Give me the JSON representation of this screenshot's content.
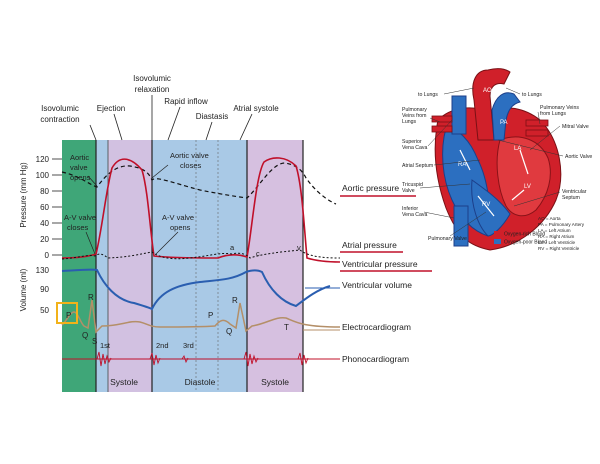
{
  "wiggers": {
    "phase_top": {
      "isovolumic_contraction": [
        "Isovolumic",
        "contraction"
      ],
      "ejection": "Ejection",
      "isovolumic_relaxation": [
        "Isovolumic",
        "relaxation"
      ],
      "rapid_inflow": "Rapid inflow",
      "diastasis": "Diastasis",
      "atrial_systole": "Atrial systole"
    },
    "pressure_axis": {
      "label": "Pressure (mm Hg)",
      "ticks": [
        "120",
        "100",
        "80",
        "60",
        "40",
        "20",
        "0"
      ]
    },
    "volume_axis": {
      "label": "Volume (ml)",
      "ticks": [
        "130",
        "90",
        "50"
      ]
    },
    "annotations": {
      "aortic_valve_opens": [
        "Aortic",
        "valve",
        "opens"
      ],
      "aortic_valve_closes": [
        "Aortic valve",
        "closes"
      ],
      "av_valve_closes": [
        "A-V valve",
        "closes"
      ],
      "av_valve_opens": [
        "A-V valve",
        "opens"
      ],
      "wave_a": "a",
      "wave_c": "c",
      "wave_v": "v"
    },
    "curve_labels": {
      "aortic_pressure": "Aortic pressure",
      "atrial_pressure": "Atrial pressure",
      "ventricular_pressure": "Ventricular pressure",
      "ventricular_volume": "Ventricular volume",
      "ecg": "Electrocardiogram",
      "pcg": "Phonocardiogram"
    },
    "ecg_labels": {
      "p": "P",
      "q": "Q",
      "r": "R",
      "s": "S",
      "t": "T",
      "r2": "R",
      "p2": "P",
      "q2": "Q"
    },
    "heart_sounds": {
      "first": "1st",
      "second": "2nd",
      "third": "3rd"
    },
    "phases_bottom": {
      "systole": "Systole",
      "diastole": "Diastole",
      "systole_2": "Systole"
    }
  },
  "heart": {
    "labels": {
      "to_lungs_left": "to Lungs",
      "to_lungs_right": "to Lungs",
      "pv_left": [
        "Pulmonary",
        "Veins from",
        "Lungs"
      ],
      "pv_right": [
        "Pulmonary Veins",
        "from Lungs"
      ],
      "svc": [
        "Superior",
        "Vena Cava"
      ],
      "atrial_septum": "Atrial Septum",
      "tricuspid": [
        "Tricuspid",
        "Valve"
      ],
      "ivc": [
        "Inferior",
        "Vena Cava"
      ],
      "pulmonary_valve": "Pulmonary Valve",
      "mitral": "Mitral Valve",
      "aortic_valve": "Aortic Valve",
      "vent_septum": [
        "Ventricular",
        "Septum"
      ]
    },
    "chambers": {
      "ao": "AO",
      "pa": "PA",
      "la": "LA",
      "ra": "RA",
      "lv": "LV",
      "rv": "RV"
    },
    "legend": {
      "oxygen_rich": "Oxygen-rich Blood",
      "oxygen_poor": "Oxygen-poor Blood"
    },
    "key": [
      "AO = Aorta",
      "PA = Pulmonary Artery",
      "LA = Left Atrium",
      "RA = Right Atrium",
      "LV = Left Ventricle",
      "RV = Right Ventricle"
    ],
    "colors": {
      "red": "#d0202a",
      "blue": "#2c6fc0",
      "dark_blue": "#1c3f8a"
    }
  }
}
